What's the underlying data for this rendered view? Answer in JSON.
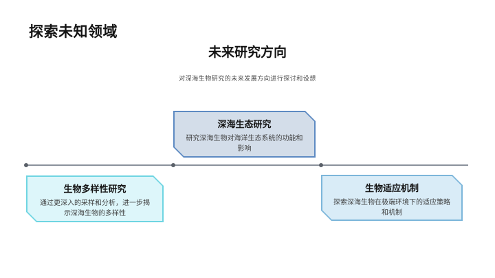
{
  "page": {
    "background": "#ffffff",
    "header_title": "探索未知领域",
    "section_title": "未来研究方向",
    "section_subtitle": "对深海生物研究的未来发展方向进行探讨和设想"
  },
  "timeline": {
    "line_color": "#8a919b",
    "dot_color": "#5a6069",
    "items": [
      {
        "id": "biodiversity",
        "title": "生物多样性研究",
        "description": "通过更深入的采样和分析，进一步揭示深海生物的多样性",
        "position": "below-line",
        "colors": {
          "fill": "#ddf6fa",
          "border": "#6fd5e2"
        }
      },
      {
        "id": "ecology",
        "title": "深海生态研究",
        "description": "研究深海生物对海洋生态系统的功能和影响",
        "position": "above-line",
        "colors": {
          "fill": "#d3dde9",
          "border": "#5d8ac2"
        }
      },
      {
        "id": "adaptation",
        "title": "生物适应机制",
        "description": "探索深海生物在极端环境下的适应策略和机制",
        "position": "below-line",
        "colors": {
          "fill": "#d9ecf7",
          "border": "#7cb6da"
        }
      }
    ]
  }
}
